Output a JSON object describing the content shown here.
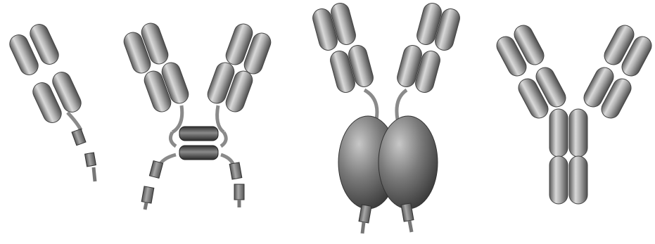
{
  "figure": {
    "panels": [
      {
        "id": "fab-fragment",
        "shape": "single-fab-with-short-tail"
      },
      {
        "id": "coiled-coil-dimer",
        "shape": "two-fabs-joined-by-coiled-coil"
      },
      {
        "id": "globular-fusion",
        "shape": "two-fabs-on-globular-core"
      },
      {
        "id": "igg",
        "shape": "y-shaped-antibody"
      }
    ],
    "colors": {
      "capsule": "#9a9a9a",
      "capsule_light": "#e6e6e6",
      "capsule_dark": "#555555",
      "linker": "#8a8a8a",
      "tag": "#7a7a7a",
      "coil": "#505050",
      "globe": "#6e6e6e"
    }
  }
}
